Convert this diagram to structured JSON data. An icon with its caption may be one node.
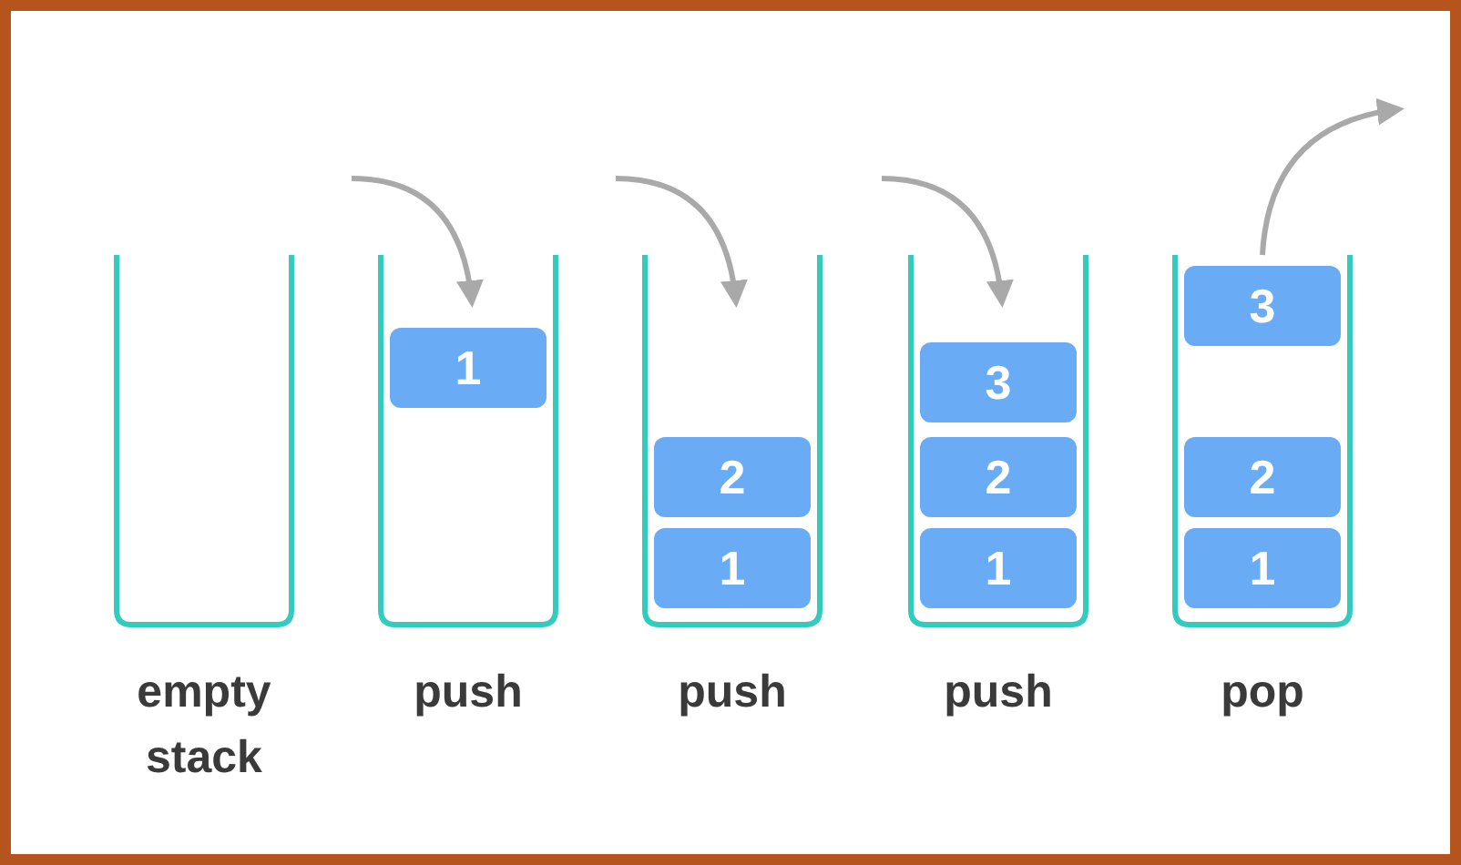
{
  "diagram": {
    "nodes": [
      {
        "text": [
          "empty stack"
        ]
      },
      {
        "text": [
          "push"
        ]
      },
      {
        "text": [
          "1"
        ],
        "in": 1
      },
      {
        "text": [
          "push"
        ]
      },
      {
        "text": [
          "2"
        ],
        "in": 3
      },
      {
        "text": [
          "1"
        ],
        "in": 3
      },
      {
        "text": [
          "push"
        ]
      },
      {
        "text": [
          "3"
        ],
        "in": 6
      },
      {
        "text": [
          "2"
        ],
        "in": 6
      },
      {
        "text": [
          "1"
        ],
        "in": 6
      },
      {
        "text": [
          "pop"
        ]
      },
      {
        "text": [
          "3"
        ],
        "in": 10
      },
      {
        "text": [
          "2"
        ],
        "in": 10
      },
      {
        "text": [
          "1"
        ],
        "in": 10
      }
    ],
    "edges": [
      {
        "from": null,
        "to": 1,
        "arrow": "to"
      },
      {
        "from": null,
        "to": 3,
        "arrow": "to"
      },
      {
        "from": null,
        "to": 6,
        "arrow": "to"
      },
      {
        "from": 11,
        "to": null,
        "arrow": "to"
      }
    ]
  }
}
